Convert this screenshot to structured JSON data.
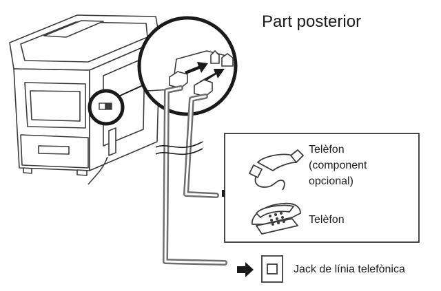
{
  "title": "Part posterior",
  "labels": {
    "handset": "Telèfon",
    "handset_note_line1": "(component",
    "handset_note_line2": "opcional)",
    "telephone": "Telèfon",
    "wall_jack": "Jack de línia telefònica"
  },
  "colors": {
    "line": "#3a3a3a",
    "fill": "#ffffff",
    "cable": "#6e6e6e",
    "cable_inner": "#ffffff"
  }
}
